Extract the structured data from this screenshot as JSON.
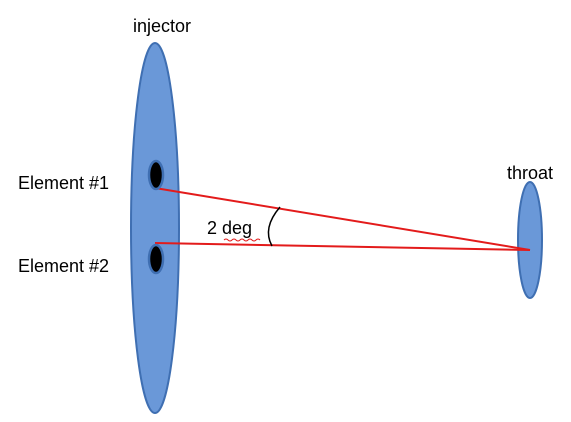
{
  "labels": {
    "injector": "injector",
    "element_1": "Element #1",
    "element_2": "Element #2",
    "throat": "throat",
    "angle": "2 deg"
  },
  "colors": {
    "shape_fill": "#6a98d8",
    "shape_stroke": "#3f6fb2",
    "ray": "#e31b1b",
    "orifice": "#000000"
  }
}
